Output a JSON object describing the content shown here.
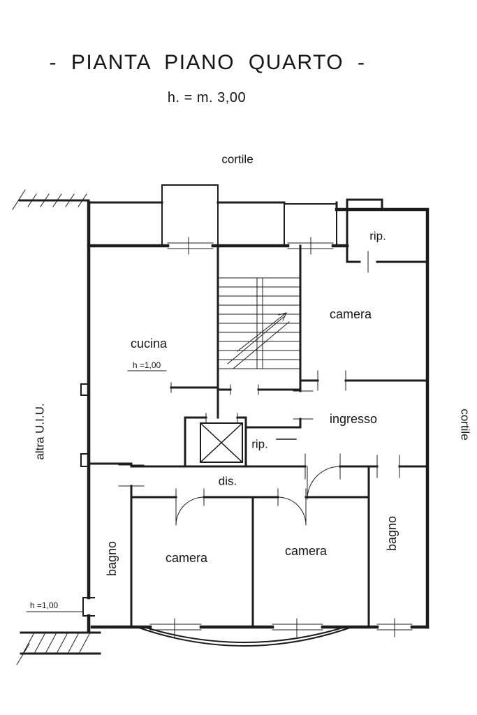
{
  "page": {
    "title": "- PIANTA PIANO QUARTO -",
    "subtitle": "h. = m. 3,00"
  },
  "labels": {
    "cortile_top": "cortile",
    "cortile_right": "cortile",
    "altra_uiu": "altra U.I.U.",
    "cucina": "cucina",
    "camera_top_right": "camera",
    "rip_top_right": "rip.",
    "ingresso": "ingresso",
    "rip_center": "rip.",
    "dis": "dis.",
    "bagno_left": "bagno",
    "camera_bottom_left": "camera",
    "camera_bottom_center": "camera",
    "bagno_right": "bagno",
    "height_note_cucina": "h =1,00",
    "height_note_left": "h =1,00"
  },
  "colors": {
    "line": "#1c1c1c",
    "background": "#ffffff"
  }
}
